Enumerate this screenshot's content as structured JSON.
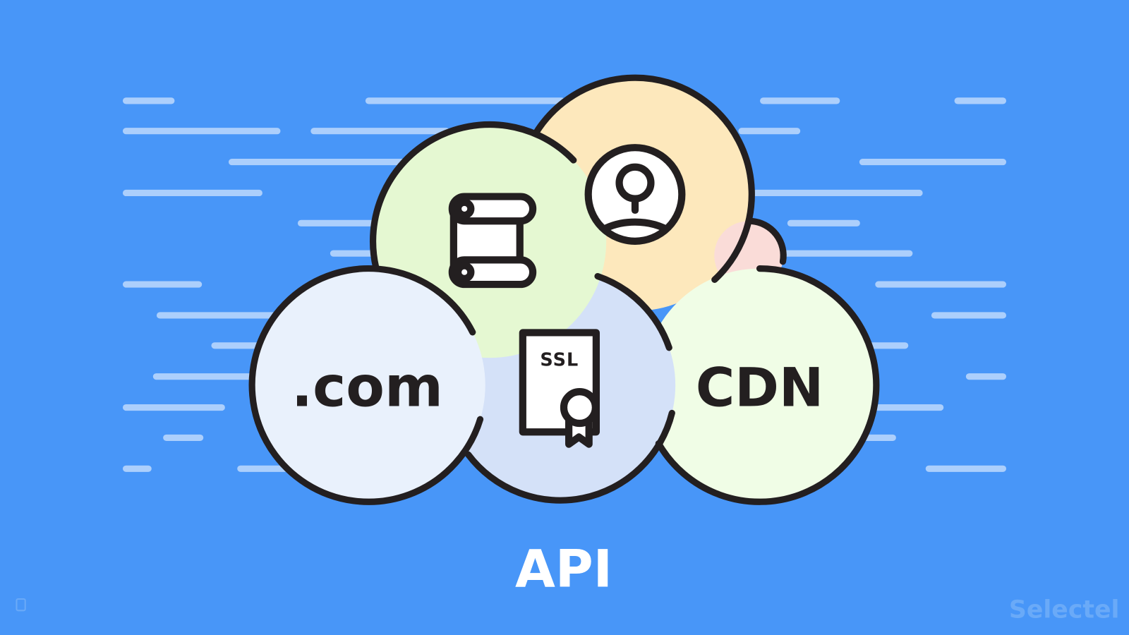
{
  "labels": {
    "domain": ".com",
    "cdn": "CDN",
    "ssl": "SSL",
    "title": "API"
  },
  "logo": {
    "text": "Selectel"
  },
  "icons": [
    "document-scroll-icon",
    "user-profile-icon",
    "ssl-certificate-icon"
  ],
  "colors": {
    "background": "#4896f8",
    "outline": "#231f20",
    "circle_orange": "#fde8bc",
    "circle_pink": "#fadcd8",
    "circle_green": "#e5f8d2",
    "circle_blue": "#d4e1f8",
    "circle_com": "#e9f1fc",
    "circle_cdn": "#f0fde6",
    "logo": "#6aaaf8"
  }
}
